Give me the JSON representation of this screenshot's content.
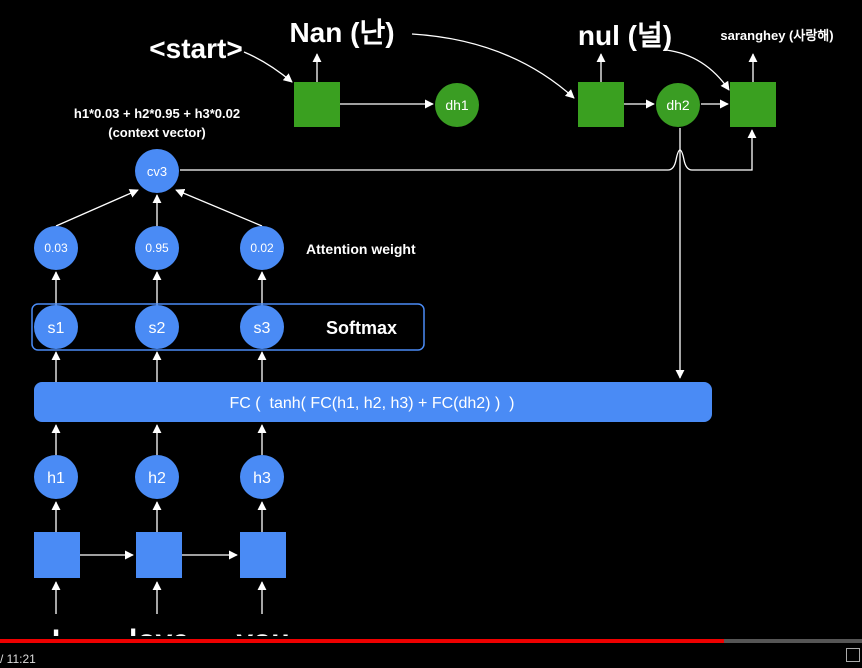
{
  "decoder": {
    "tokens": [
      "<start>",
      "Nan (난)",
      "nul (널)",
      "saranghey (사랑해)"
    ],
    "hidden": [
      "dh1",
      "dh2"
    ]
  },
  "context": {
    "formula": "h1*0.03 + h2*0.95 + h3*0.02",
    "caption": "(context vector)",
    "node": "cv3"
  },
  "attention": {
    "weights": [
      "0.03",
      "0.95",
      "0.02"
    ],
    "label": "Attention weight"
  },
  "softmax": {
    "scores": [
      "s1",
      "s2",
      "s3"
    ],
    "label": "Softmax"
  },
  "fc": {
    "label": "FC (  tanh( FC(h1, h2, h3) + FC(dh2) )  )"
  },
  "encoder": {
    "hidden": [
      "h1",
      "h2",
      "h3"
    ],
    "words": [
      "I",
      "love",
      "you"
    ]
  },
  "player": {
    "time": "/ 11:21",
    "progress_fraction": 0.84
  },
  "colors": {
    "blue": "#4a8bf5",
    "green": "#3aa020",
    "dark_green": "#3a9d23",
    "background": "#000000",
    "progress": "#ee0000"
  }
}
